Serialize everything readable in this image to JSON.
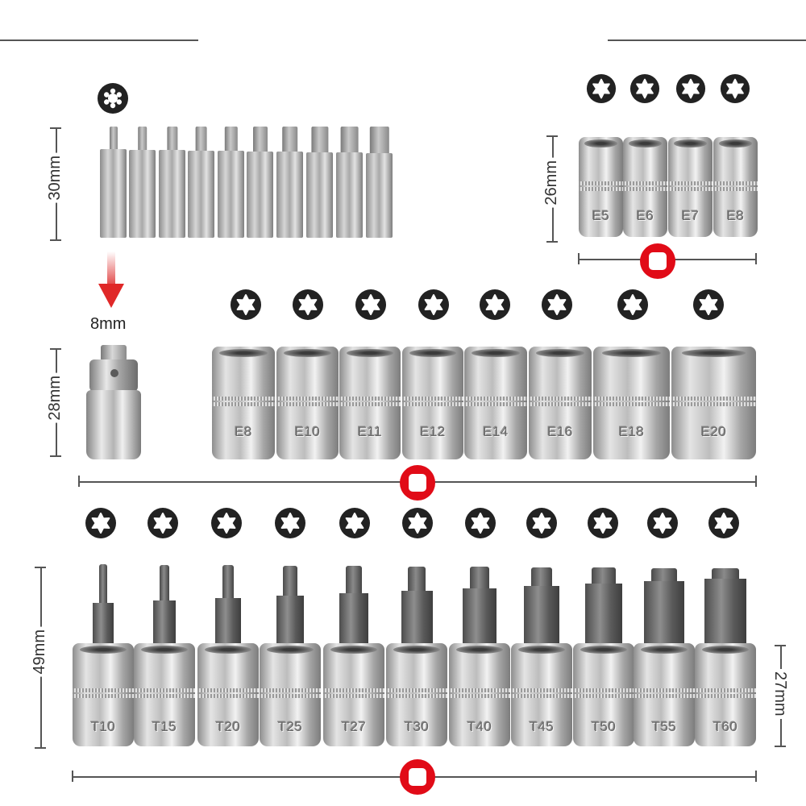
{
  "dimensions": {
    "bits": "30mm",
    "e_small": "26mm",
    "adapter_label": "8mm",
    "adapter": "28mm",
    "t_sockets": "49mm",
    "t_sockets_body": "27mm"
  },
  "e_small_sockets": [
    "E5",
    "E6",
    "E7",
    "E8"
  ],
  "e_sockets": [
    "E8",
    "E10",
    "E11",
    "E12",
    "E14",
    "E16",
    "E18",
    "E20"
  ],
  "t_sockets": [
    "T10",
    "T15",
    "T20",
    "T25",
    "T27",
    "T30",
    "T40",
    "T45",
    "T50",
    "T55",
    "T60"
  ],
  "colors": {
    "accent": "#e10b17",
    "icon": "#222222"
  },
  "icons": {
    "profile": "torx-star-icon",
    "drive": "square-drive-icon",
    "arrow": "arrow-down-icon"
  }
}
